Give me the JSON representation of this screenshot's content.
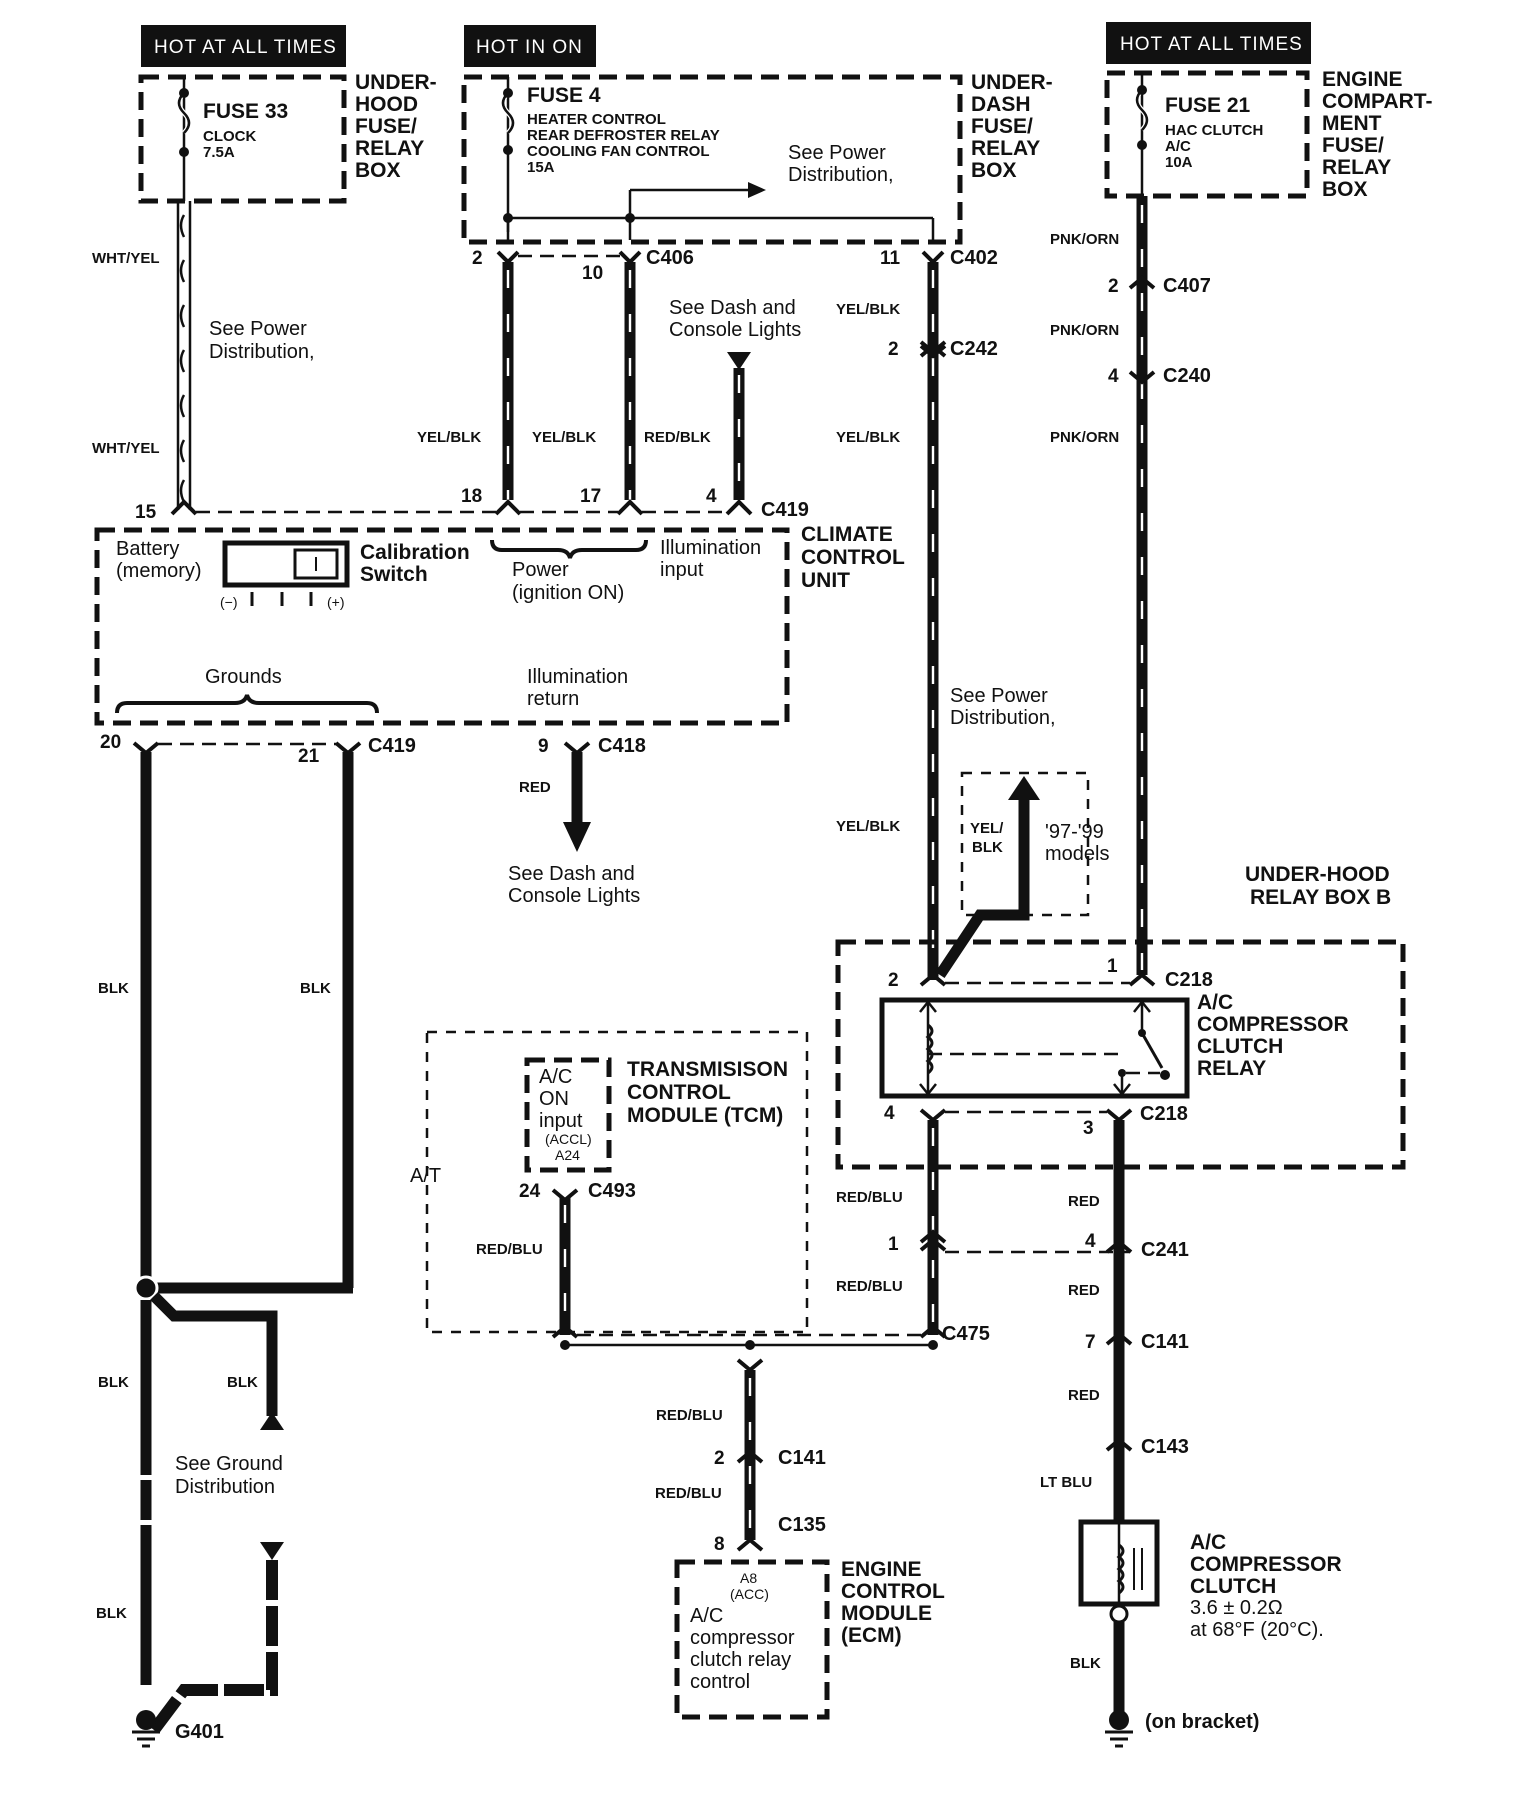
{
  "diagram": {
    "title": "Climate control / A/C compressor clutch wiring",
    "power_sources": [
      {
        "header": "HOT AT ALL TIMES",
        "fuse": "FUSE 33",
        "circuits": [
          "CLOCK"
        ],
        "rating": "7.5A",
        "box_label": [
          "UNDER-",
          "HOOD",
          "FUSE/",
          "RELAY",
          "BOX"
        ]
      },
      {
        "header": "HOT IN ON",
        "fuse": "FUSE 4",
        "circuits": [
          "HEATER CONTROL",
          "REAR DEFROSTER RELAY",
          "COOLING FAN CONTROL"
        ],
        "rating": "15A",
        "box_label": [
          "UNDER-",
          "DASH",
          "FUSE/",
          "RELAY",
          "BOX"
        ],
        "note": [
          "See Power",
          "Distribution,"
        ]
      },
      {
        "header": "HOT AT ALL TIMES",
        "fuse": "FUSE 21",
        "circuits": [
          "HAC CLUTCH",
          "A/C"
        ],
        "rating": "10A",
        "box_label": [
          "ENGINE",
          "COMPART-",
          "MENT",
          "FUSE/",
          "RELAY",
          "BOX"
        ]
      }
    ],
    "wire_colors": {
      "wht_yel": "WHT/YEL",
      "yel_blk": "YEL/BLK",
      "yel_blk_split": [
        "YEL/",
        "BLK"
      ],
      "red_blk": "RED/BLK",
      "pnk_orn": "PNK/ORN",
      "red": "RED",
      "red_blu": "RED/BLU",
      "blk": "BLK",
      "lt_blu": "LT BLU"
    },
    "pins": {
      "c406_2": "2",
      "c406_10": "10",
      "c402_11": "11",
      "c242_2": "2",
      "c407_2": "2",
      "c240_4": "4",
      "c419_15": "15",
      "c419_18": "18",
      "c419_17": "17",
      "c419_4": "4",
      "c419_20": "20",
      "c419_21": "21",
      "c418_9": "9",
      "c218_2": "2",
      "c218_1": "1",
      "c218_4": "4",
      "c218_3": "3",
      "c241_1": "1",
      "c241_4": "4",
      "c141_7": "7",
      "c141_2": "2",
      "c493_24": "24",
      "c135_8": "8"
    },
    "connectors": {
      "c406": "C406",
      "c402": "C402",
      "c242": "C242",
      "c407": "C407",
      "c240": "C240",
      "c419": "C419",
      "c418": "C418",
      "c218": "C218",
      "c241": "C241",
      "c141": "C141",
      "c143": "C143",
      "c475": "C475",
      "c493": "C493",
      "c135": "C135"
    },
    "notes": {
      "see_power_1": [
        "See Power",
        "Distribution,"
      ],
      "see_power_2": [
        "See Power",
        "Distribution,"
      ],
      "see_dash_1": [
        "See Dash and",
        "Console Lights"
      ],
      "see_dash_2": [
        "See Dash and",
        "Console Lights"
      ],
      "see_ground": [
        "See Ground",
        "Distribution"
      ],
      "models": [
        "'97-'99",
        "models"
      ],
      "at": "A/T"
    },
    "climate_control_unit": {
      "label": [
        "CLIMATE",
        "CONTROL",
        "UNIT"
      ],
      "battery": [
        "Battery",
        "(memory)"
      ],
      "calibration_switch": [
        "Calibration",
        "Switch"
      ],
      "switch_scale": [
        "(−)",
        "(+)"
      ],
      "power": [
        "Power",
        "(ignition ON)"
      ],
      "illumination_input": [
        "Illumination",
        "input"
      ],
      "grounds": "Grounds",
      "illumination_return": [
        "Illumination",
        "return"
      ]
    },
    "relay_box": {
      "label": [
        "UNDER-HOOD",
        "RELAY BOX B"
      ],
      "relay": [
        "A/C",
        "COMPRESSOR",
        "CLUTCH",
        "RELAY"
      ]
    },
    "tcm": {
      "label": [
        "TRANSMISISON",
        "CONTROL",
        "MODULE (TCM)"
      ],
      "input": [
        "A/C",
        "ON",
        "input"
      ],
      "input_pin": [
        "(ACCL)",
        "A24"
      ]
    },
    "ecm": {
      "label": [
        "ENGINE",
        "CONTROL",
        "MODULE",
        "(ECM)"
      ],
      "pin": [
        "A8",
        "(ACC)"
      ],
      "function": [
        "A/C",
        "compressor",
        "clutch relay",
        "control"
      ]
    },
    "compressor_clutch": {
      "label": [
        "A/C",
        "COMPRESSOR",
        "CLUTCH"
      ],
      "spec": [
        "3.6 ± 0.2Ω",
        "at 68°F (20°C)."
      ]
    },
    "grounds": {
      "g401": "G401",
      "bracket": "(on bracket)"
    }
  }
}
